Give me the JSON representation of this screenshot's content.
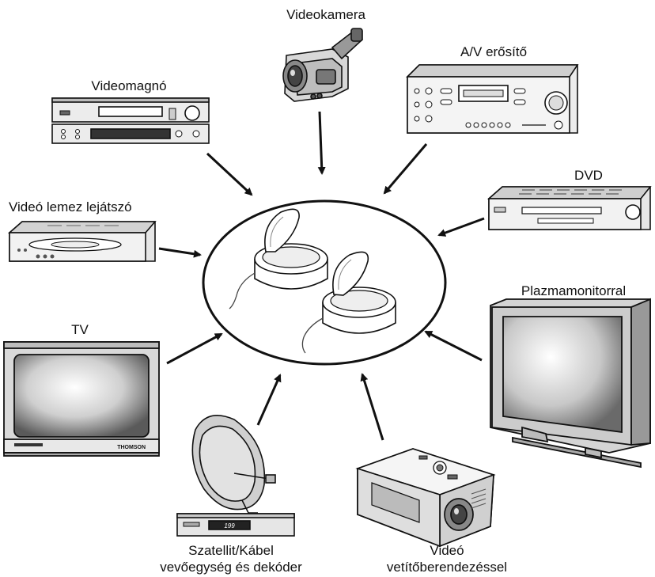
{
  "labels": {
    "camcorder": "Videokamera",
    "vcr": "Videomagnó",
    "amplifier": "A/V erősítő",
    "dvd": "DVD",
    "videodisc": "Videó lemez lejátszó",
    "tv": "TV",
    "plasma": "Plazmamonitorral",
    "satellite_line1": "Szatellit/Kábel",
    "satellite_line2": "vevőegység és dekóder",
    "projector_line1": "Videó",
    "projector_line2": "vetítőberendezéssel"
  },
  "device_text": {
    "tv_brand": "THOMSON",
    "receiver_display": "199"
  }
}
